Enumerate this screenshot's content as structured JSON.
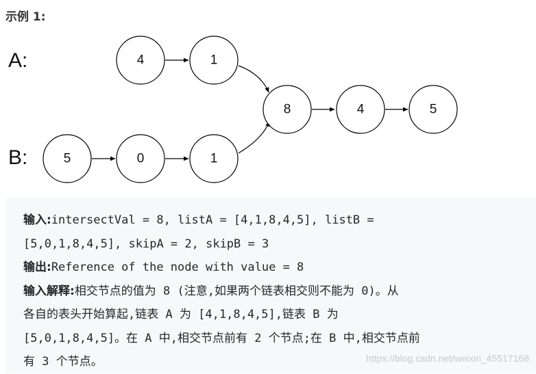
{
  "heading": "示例 1:",
  "diagram": {
    "list_a_label": "A:",
    "list_b_label": "B:",
    "nodes": {
      "a1": "4",
      "a2": "1",
      "b1": "5",
      "b2": "0",
      "b3": "1",
      "c1": "8",
      "c2": "4",
      "c3": "5"
    }
  },
  "example": {
    "input_label": "输入:",
    "input_line1": "intersectVal = 8, listA = [4,1,8,4,5], listB =",
    "input_line2": "[5,0,1,8,4,5], skipA = 2, skipB = 3",
    "output_label": "输出:",
    "output_text": "Reference of the node with value = 8",
    "explain_label": "输入解释:",
    "explain_line1": "相交节点的值为 8 (注意,如果两个链表相交则不能为 0)。从",
    "explain_line2": "各自的表头开始算起,链表 A 为 [4,1,8,4,5],链表 B 为",
    "explain_line3": "[5,0,1,8,4,5]。在 A 中,相交节点前有 2 个节点;在 B 中,相交节点前",
    "explain_line4": "有 3 个节点。"
  },
  "watermark": "https://blog.csdn.net/weixin_45517168"
}
